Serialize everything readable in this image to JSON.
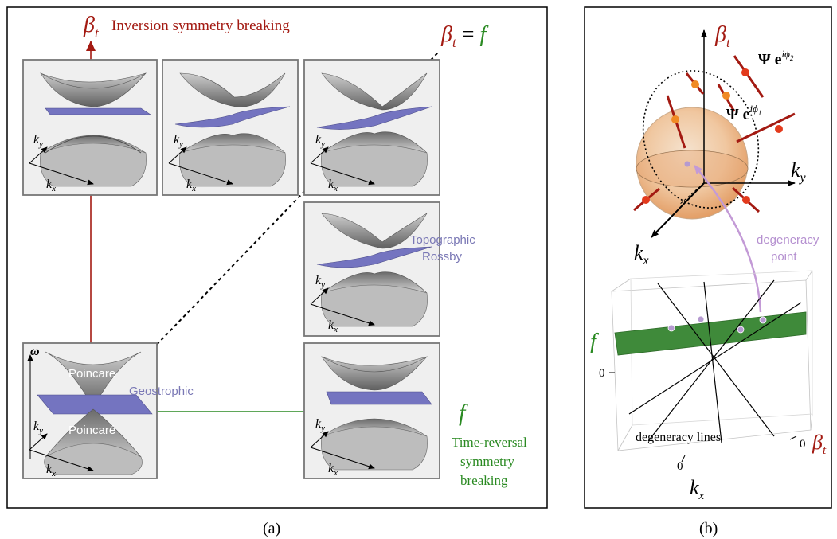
{
  "panel_a": {
    "beta_t_axis_label": "β",
    "beta_t_axis_sub": "t",
    "inversion_label": "Inversion symmetry breaking",
    "diag_label_beta": "β",
    "diag_label_sub": "t",
    "diag_label_eq": " = ",
    "diag_label_f": "f",
    "f_axis_label": "f",
    "time_reversal_lines": [
      "Time-reversal",
      "symmetry",
      "breaking"
    ],
    "topographic_lines": [
      "Topographic",
      "Rossby"
    ],
    "geostrophic_label": "Geostrophic",
    "poincare_upper": "Poincare",
    "poincare_lower": "Poincaré",
    "omega_label": "ω",
    "kx": "k",
    "kx_sub": "x",
    "ky": "k",
    "ky_sub": "y",
    "caption": "(a)"
  },
  "panel_b": {
    "beta_t_axis_label": "β",
    "beta_t_axis_sub": "t",
    "ky_label": "k",
    "ky_sub": "y",
    "kx_label": "k",
    "kx_sub": "x",
    "psi1": "Ψ e",
    "psi1_exp": "iϕ",
    "psi1_sub": "1",
    "psi2": "Ψ e",
    "psi2_exp": "iϕ",
    "psi2_sub": "2",
    "degeneracy_point_lines": [
      "degeneracy",
      "point"
    ],
    "f_label": "f",
    "zero_f": "0",
    "zero_beta": "0",
    "zero_kx": "0",
    "degeneracy_lines": "degeneracy lines",
    "box_beta_label": "β",
    "box_beta_sub": "t",
    "box_kx": "k",
    "box_kx_sub": "x",
    "caption": "(b)"
  },
  "colors": {
    "beta_red": "#a31a12",
    "f_green": "#2a8a22",
    "purple_label": "#7a78b5",
    "flat_band": "#7474c0",
    "panel_bg": "#efefef",
    "degeneracy_arrow": "#c39ad6"
  }
}
